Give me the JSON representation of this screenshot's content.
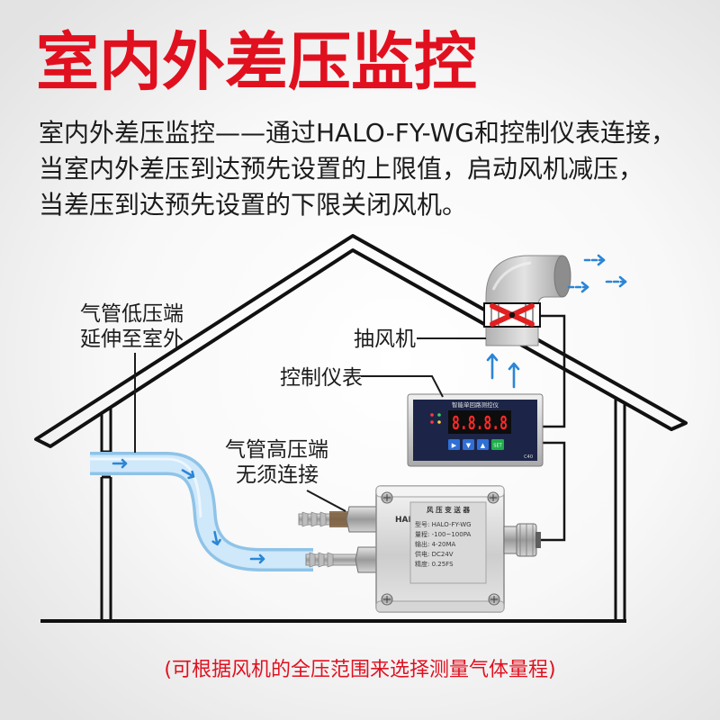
{
  "title": "室内外差压监控",
  "description": [
    "室内外差压监控——通过HALO-FY-WG和控制仪表连接，",
    "当室内外差压到达预先设置的上限值，启动风机减压，",
    "当差压到达预先设置的下限关闭风机。"
  ],
  "labels": {
    "low_pressure": [
      "气管低压端",
      "延伸至室外"
    ],
    "fan": "抽风机",
    "controller": "控制仪表",
    "high_pressure": [
      "气管高压端",
      "无须连接"
    ]
  },
  "controller": {
    "header": "智能单回路测控仪",
    "display": "8.8.8.8",
    "buttons": [
      "▶",
      "▼",
      "▲",
      "SET"
    ],
    "model": "C40"
  },
  "transmitter": {
    "brand": "HALO",
    "name": "风 压 变 送 器",
    "specs": [
      "型号: HALO-FY-WG",
      "量程: -100~100PA",
      "输出: 4-20MA",
      "供电: DC24V",
      "精度: 0.25FS"
    ]
  },
  "footer": "(可根据风机的全压范围来选择测量气体量程)",
  "colors": {
    "accent": "#e1101f",
    "flow_arrow": "#2b86d6",
    "air_tube": "#cfe8fa",
    "display_digits": "#ff2a2a",
    "fan_blades": "#e02020"
  },
  "icons": [
    "flow-arrow-icon",
    "screw-icon",
    "fan-icon"
  ]
}
